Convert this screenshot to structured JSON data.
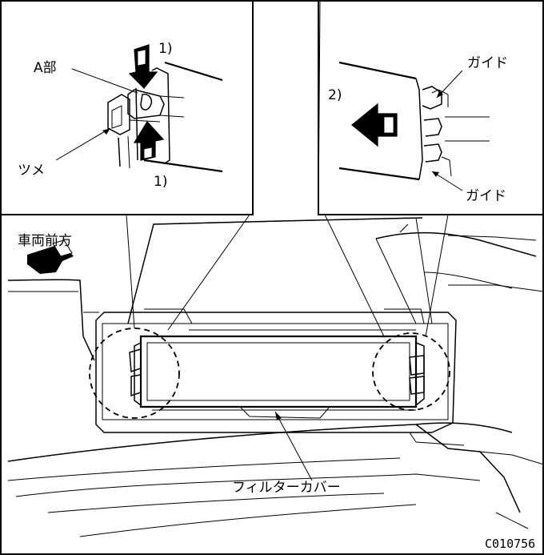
{
  "labels": {
    "a_part": "A部",
    "claw": "ツメ",
    "step1_top": "1)",
    "step1_bottom": "1)",
    "step2": "2)",
    "guide_top": "ガイド",
    "guide_bottom": "ガイド",
    "vehicle_front": "車両前方",
    "filter_cover": "フィルターカバー",
    "figure_code": "C010756"
  }
}
